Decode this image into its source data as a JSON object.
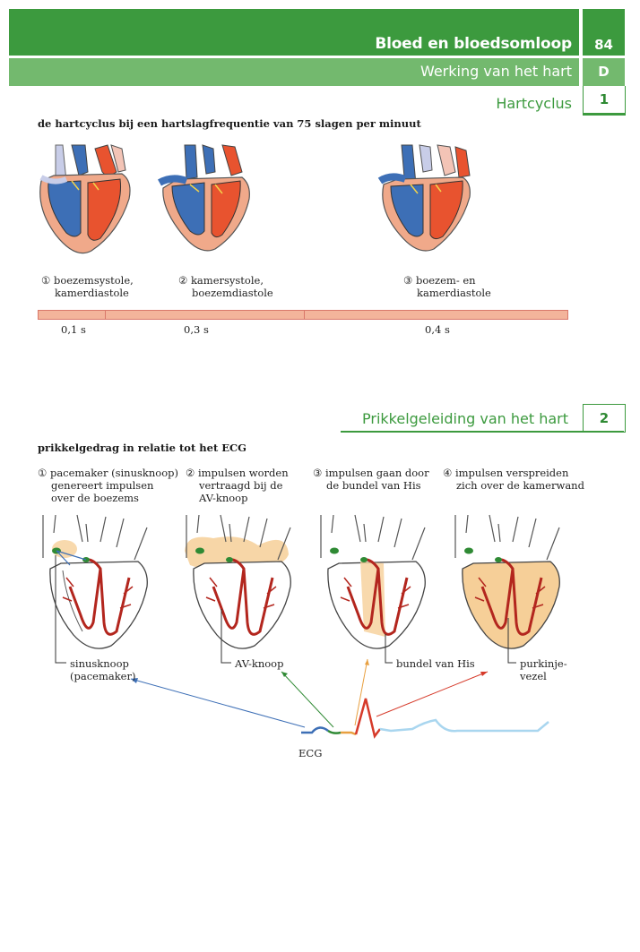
{
  "header": {
    "chapter_title": "Bloed en bloedsomloop",
    "chapter_number": "84",
    "subchapter_title": "Werking van het hart",
    "subchapter_letter": "D"
  },
  "section1": {
    "number": "1",
    "title": "Hartcyclus",
    "caption": "de hartcyclus bij een hartslagfrequentie van 75 slagen per minuut",
    "phases": [
      {
        "label_line1": "① boezemsystole,",
        "label_line2": "kamerdiastole",
        "duration": "0,1 s"
      },
      {
        "label_line1": "② kamersystole,",
        "label_line2": "boezemdiastole",
        "duration": "0,3 s"
      },
      {
        "label_line1": "③ boezem- en",
        "label_line2": "kamerdiastole",
        "duration": "0,4 s"
      }
    ]
  },
  "section2": {
    "number": "2",
    "title": "Prikkelgeleiding van het hart",
    "caption": "prikkelgedrag in relatie tot het ECG",
    "steps": [
      {
        "line1": "① pacemaker (sinusknoop)",
        "line2": "genereert impulsen",
        "line3": "over de boezems"
      },
      {
        "line1": "② impulsen worden",
        "line2": "vertraagd bij de",
        "line3": "AV-knoop"
      },
      {
        "line1": "③ impulsen gaan door",
        "line2": "de bundel van His",
        "line3": ""
      },
      {
        "line1": "④ impulsen verspreiden",
        "line2": "zich over de kamerwand",
        "line3": ""
      }
    ],
    "callouts": {
      "sinusknoop_line1": "sinusknoop",
      "sinusknoop_line2": "(pacemaker)",
      "av_knoop": "AV-knoop",
      "bundel": "bundel van His",
      "purkinje_line1": "purkinje-",
      "purkinje_line2": "vezel"
    },
    "ecg_label": "ECG"
  },
  "colors": {
    "header_dark_green": "#3c9a3e",
    "header_light_green": "#73b96e",
    "oxygen_poor_blue": "#3d6fb6",
    "oxygen_rich_red": "#e8532f",
    "timebar_fill": "#f3b49b",
    "conduction_red": "#b3261e",
    "excitation_glow": "#f6cf98"
  }
}
